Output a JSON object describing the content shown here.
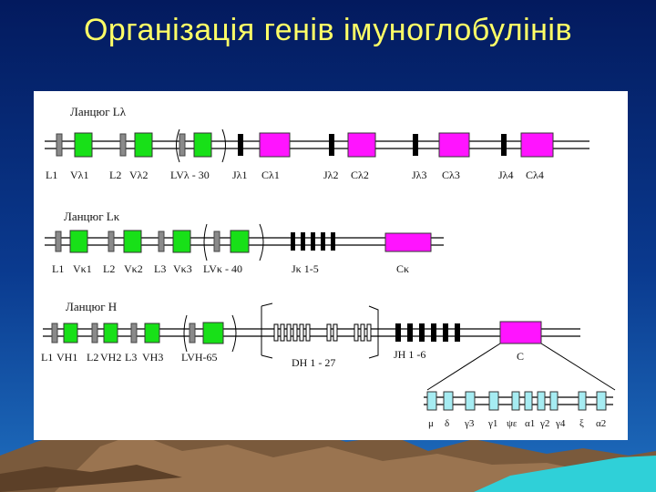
{
  "title": "Організація генів імуноглобулінів",
  "colors": {
    "v_segment": "#18e018",
    "c_segment": "#ff14ff",
    "j_segment": "#000000",
    "leader": "#8a8a8a",
    "subclass": "#a6ecf2",
    "title_text": "#ffff66"
  },
  "chains": [
    {
      "name": "Ланцюг Lλ",
      "labels": [
        "L1",
        "Vλ1",
        "L2",
        "Vλ2",
        "LVλ - 30",
        "Jλ1",
        "Cλ1",
        "Jλ2",
        "Cλ2",
        "Jλ3",
        "Cλ3",
        "Jλ4",
        "Cλ4"
      ]
    },
    {
      "name": "Ланцюг Lκ",
      "labels": [
        "L1",
        "Vκ1",
        "L2",
        "Vκ2",
        "L3",
        "Vκ3",
        "LVκ - 40",
        "Jκ 1-5",
        "Cκ"
      ]
    },
    {
      "name": "Ланцюг H",
      "labels": [
        "L1",
        "VH1",
        "L2",
        "VH2",
        "L3",
        "VH3",
        "LVH-65",
        "DH 1 - 27",
        "JH 1 -6",
        "C"
      ]
    }
  ],
  "constant_subclasses": [
    "μ",
    "δ",
    "γ3",
    "γ1",
    "ψε",
    "α1",
    "γ2",
    "γ4",
    "ξ",
    "α2"
  ]
}
